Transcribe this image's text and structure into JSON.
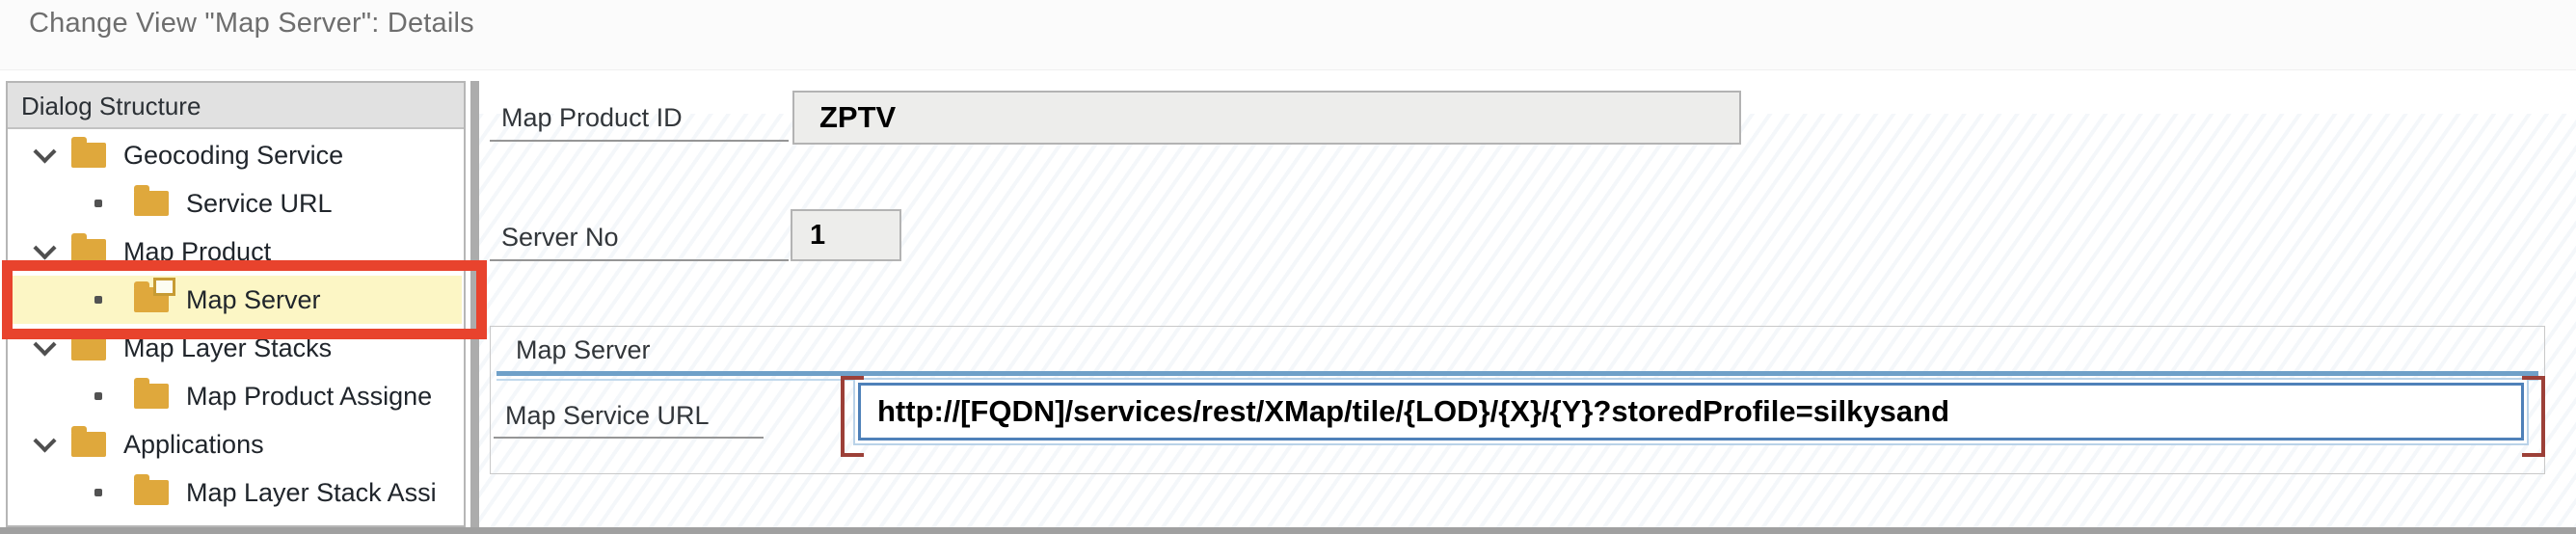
{
  "title": "Change View \"Map Server\": Details",
  "tree": {
    "header": "Dialog Structure",
    "items": [
      {
        "label": "Geocoding Service",
        "level": 0,
        "expanded": true
      },
      {
        "label": "Service URL",
        "level": 1
      },
      {
        "label": "Map Product",
        "level": 0,
        "expanded": true
      },
      {
        "label": "Map Server",
        "level": 1,
        "selected": true,
        "annotated": true
      },
      {
        "label": "Map Layer Stacks",
        "level": 0,
        "expanded": true
      },
      {
        "label": "Map Product Assigne",
        "level": 1
      },
      {
        "label": "Applications",
        "level": 0,
        "expanded": true
      },
      {
        "label": "Map Layer Stack Assi",
        "level": 1
      }
    ]
  },
  "form": {
    "map_product_id": {
      "label": "Map Product ID",
      "value": "ZPTV",
      "readonly": true
    },
    "server_no": {
      "label": "Server No",
      "value": "1",
      "readonly": true
    },
    "group": {
      "title": "Map Server",
      "map_service_url": {
        "label": "Map Service URL",
        "value": "http://[FQDN]/services/rest/XMap/tile/{LOD}/{X}/{Y}?storedProfile=silkysand"
      }
    }
  },
  "icons": {
    "chevron-down-icon": "css-chevron",
    "bullet-icon": "css-square-dot",
    "folder-icon": "css-folder-closed",
    "folder-open-icon": "css-folder-open"
  },
  "colors": {
    "selection_yellow": "#FCF6C5",
    "annotation_red": "#E8432D",
    "folder_amber": "#DFA83C",
    "group_rule_blue": "#6FA0C8",
    "input_border_blue": "#4F81B9",
    "readonly_field_gray": "#EDEDEB"
  }
}
